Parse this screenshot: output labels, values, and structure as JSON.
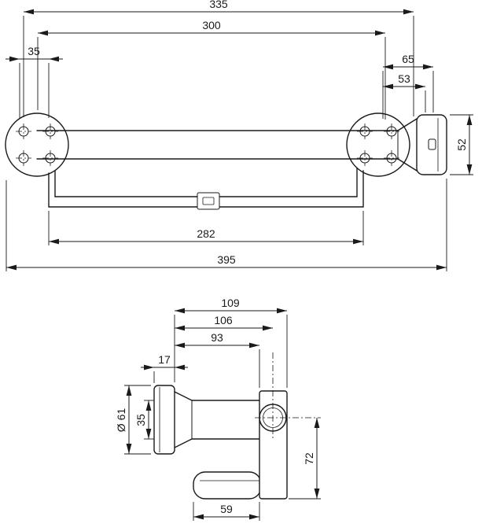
{
  "drawing": {
    "title": "grab-bar-with-towel-rail-dimensional-drawing",
    "colors": {
      "line": "#1a1a1a",
      "background": "#ffffff"
    },
    "front_view": {
      "dim_335": "335",
      "dim_300": "300",
      "dim_35": "35",
      "dim_65": "65",
      "dim_53": "53",
      "dim_52": "52",
      "dim_282": "282",
      "dim_395": "395"
    },
    "side_view": {
      "dim_109": "109",
      "dim_106": "106",
      "dim_93": "93",
      "dim_17": "17",
      "dim_dia_61": "Ø 61",
      "dim_35": "35",
      "dim_72": "72",
      "dim_59": "59"
    }
  }
}
